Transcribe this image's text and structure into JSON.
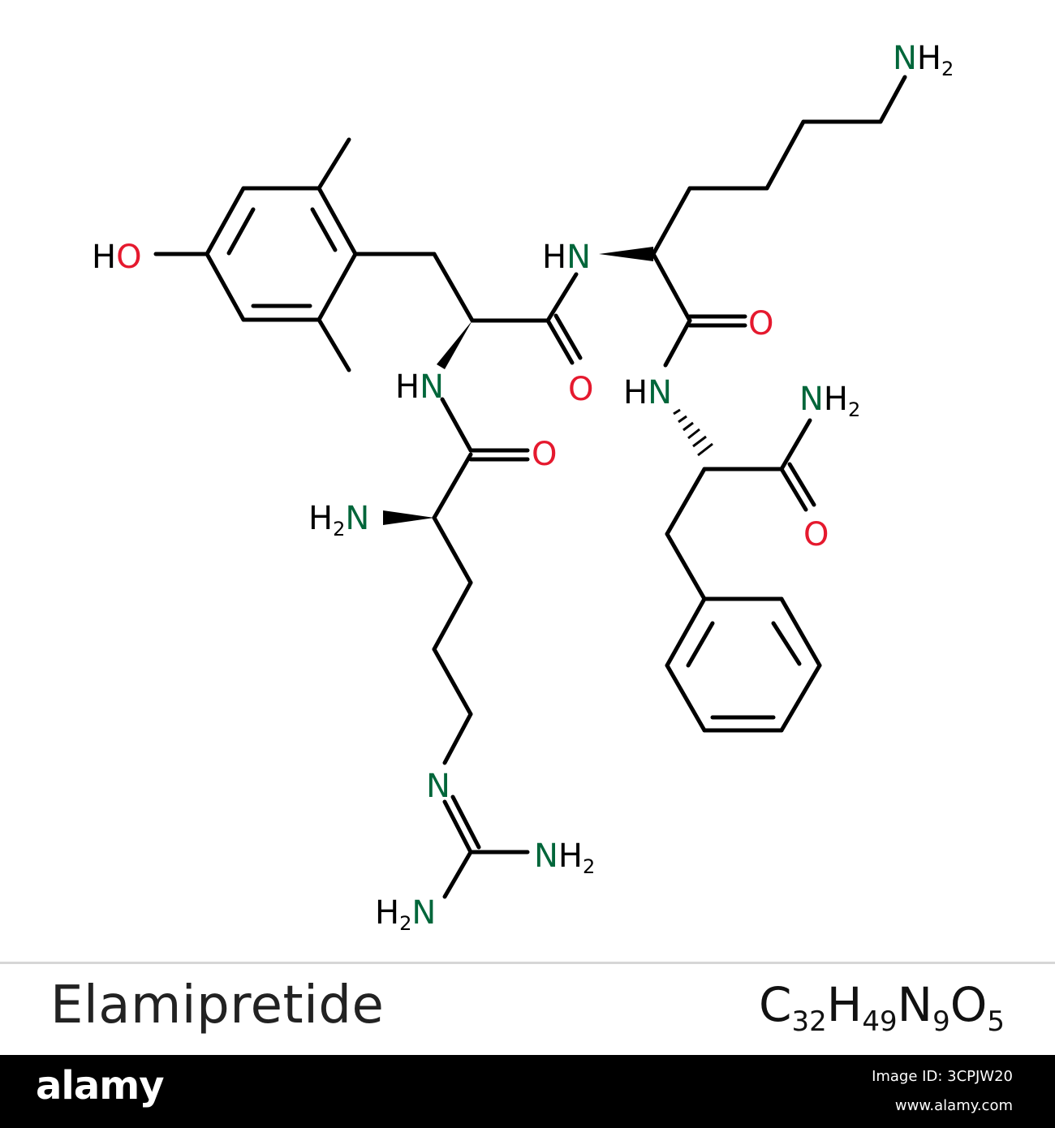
{
  "molecule": {
    "name": "Elamipretide",
    "formula": {
      "C": "C",
      "C_count": "32",
      "H": "H",
      "H_count": "49",
      "N": "N",
      "N_count": "9",
      "O": "O",
      "O_count": "5"
    }
  },
  "labels": {
    "nh": "N",
    "h": "H",
    "h2": "H",
    "sub2": "2",
    "o": "O",
    "n": "N"
  },
  "colors": {
    "nitrogen": "#00663a",
    "oxygen": "#e5192e",
    "bond": "#000000",
    "footer_bg": "#000000"
  },
  "footer": {
    "brand": "alamy",
    "stock_id": "Image ID: 3CPJW20",
    "site": "www.alamy.com"
  }
}
